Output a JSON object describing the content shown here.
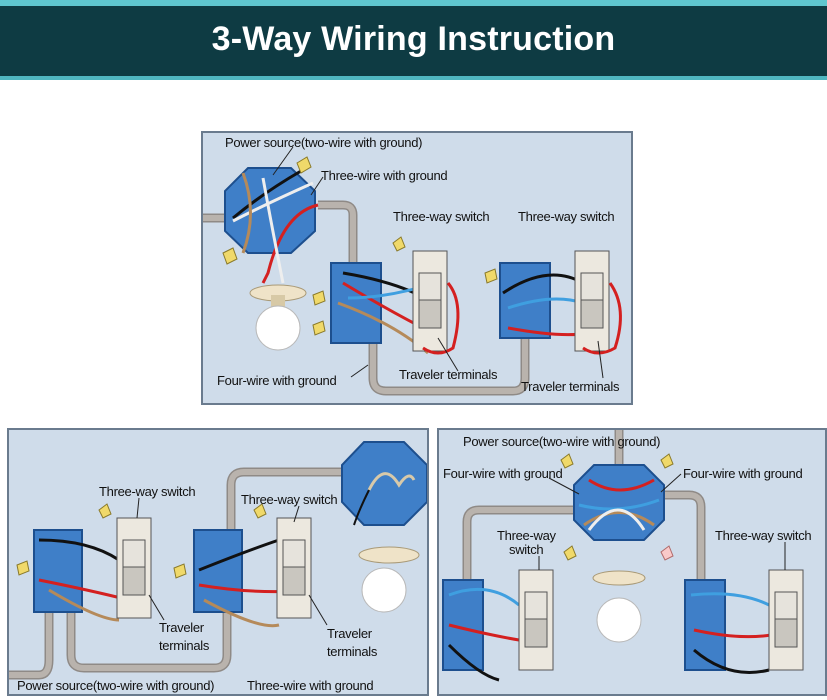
{
  "header": {
    "title": "3-Way Wiring Instruction"
  },
  "colors": {
    "banner": "#0e3b43",
    "accent": "#5fc6cf",
    "panel": "#cfdcea",
    "box": "#3f7fc8",
    "conduit": "#a39d97"
  },
  "diagram1": {
    "power_source": "Power source(two-wire with ground)",
    "three_wire": "Three-wire with ground",
    "switch_a": "Three-way switch",
    "switch_b": "Three-way switch",
    "four_wire": "Four-wire with ground",
    "traveler_a": "Traveler terminals",
    "traveler_b": "Traveler terminals"
  },
  "diagram2": {
    "switch_a": "Three-way switch",
    "switch_b": "Three-way switch",
    "traveler_a_1": "Traveler",
    "traveler_a_2": "terminals",
    "traveler_b_1": "Traveler",
    "traveler_b_2": "terminals",
    "power_source": "Power source(two-wire with ground)",
    "three_wire": "Three-wire with ground"
  },
  "diagram3": {
    "power_source": "Power source(two-wire with ground)",
    "four_wire_left": "Four-wire with ground",
    "four_wire_right": "Four-wire with ground",
    "switch_left_1": "Three-way",
    "switch_left_2": "switch",
    "switch_right": "Three-way switch"
  }
}
